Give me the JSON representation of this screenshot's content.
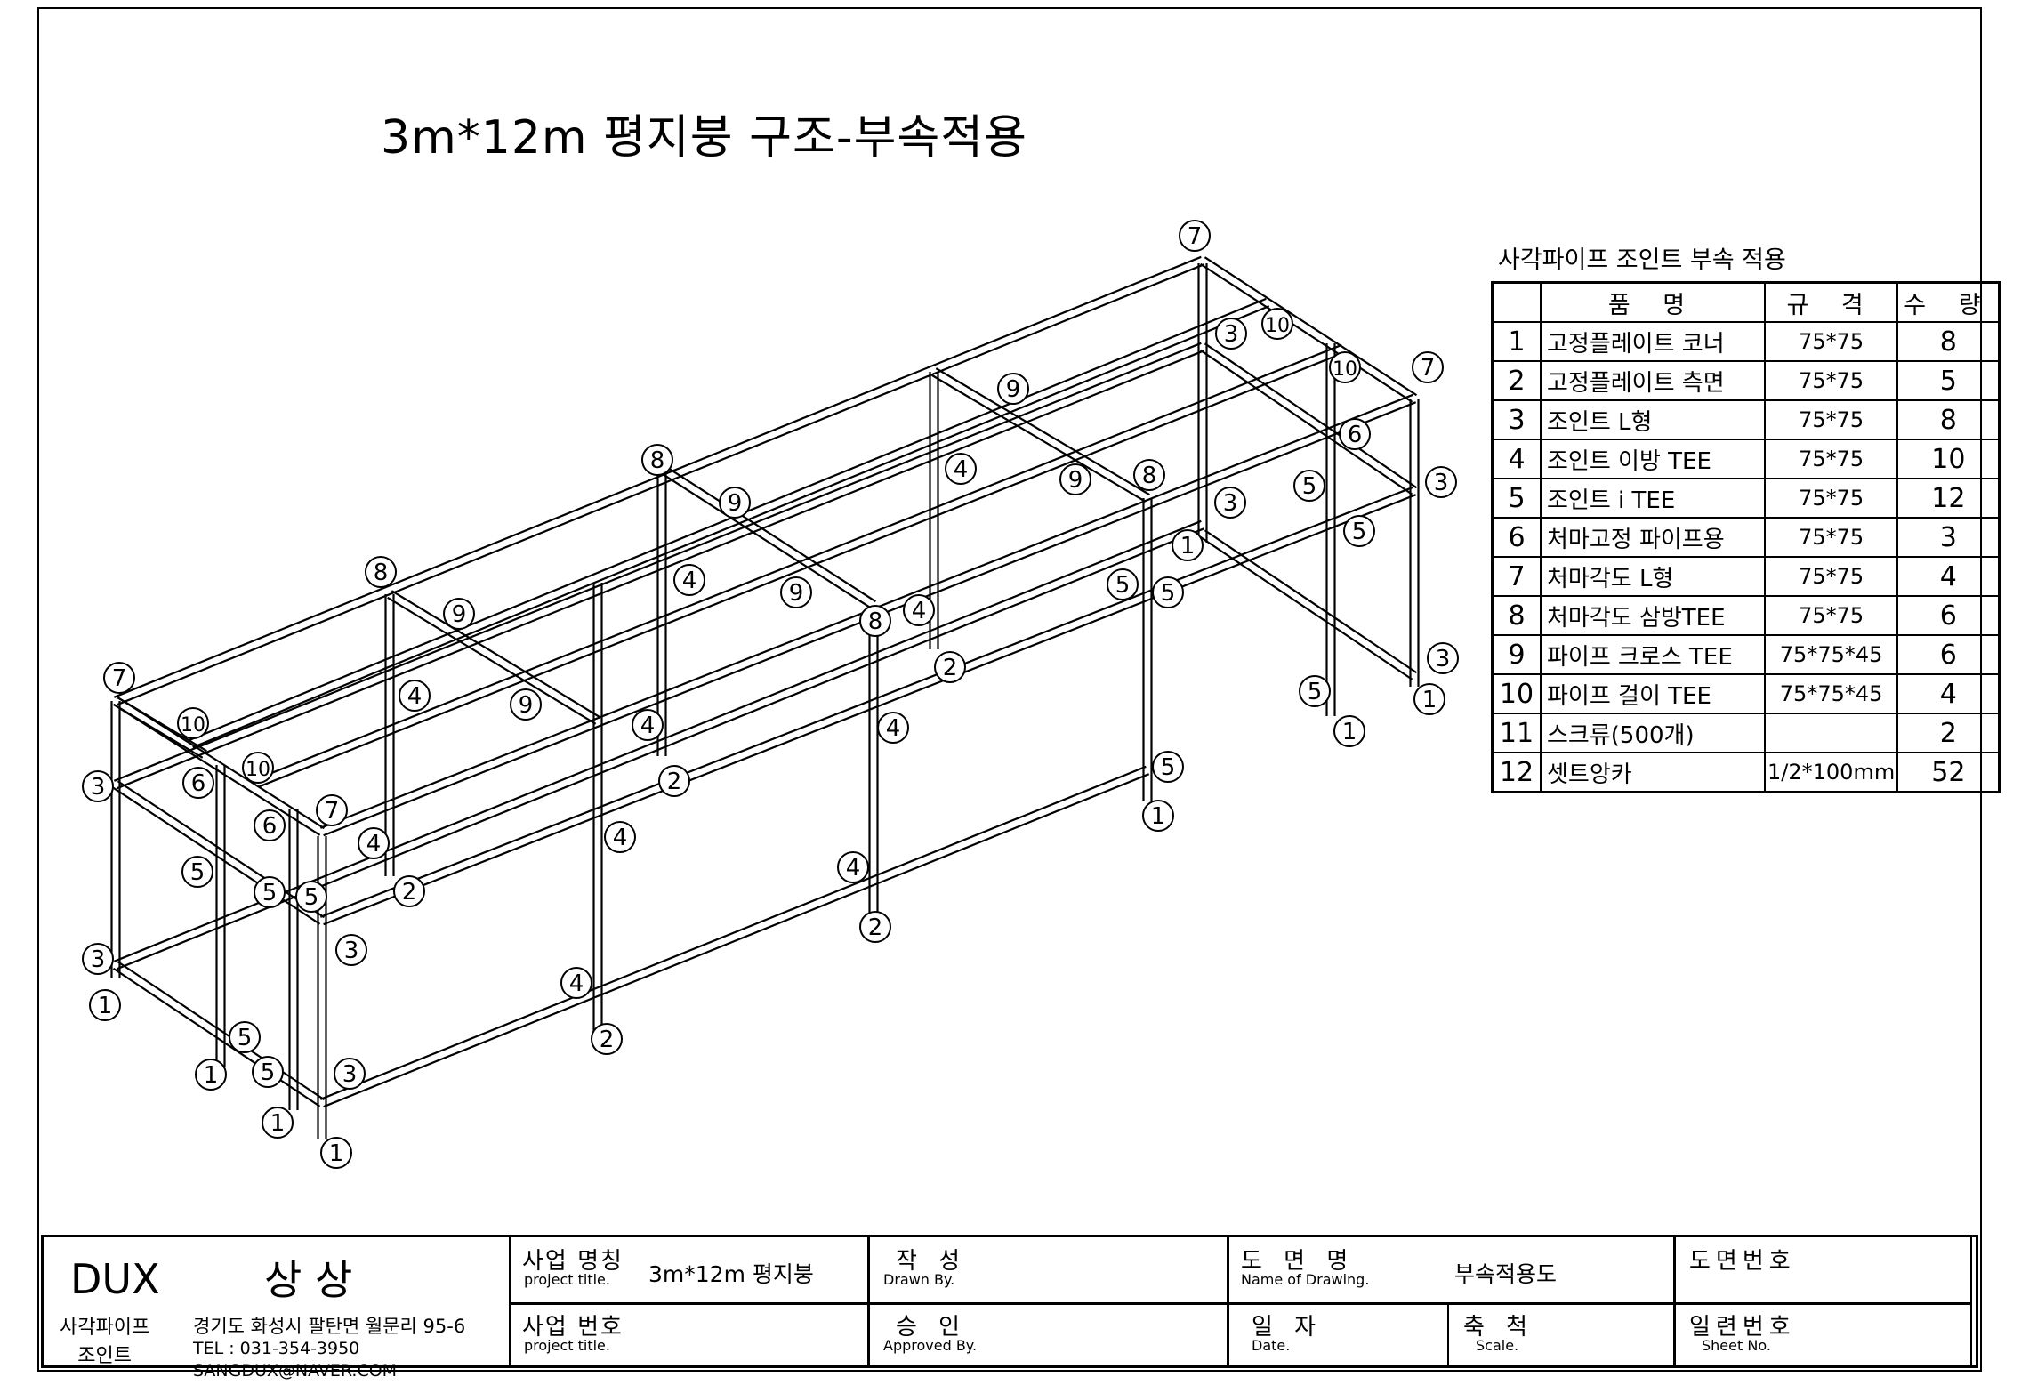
{
  "drawing_title": "3m*12m  평지붕 구조-부속적용",
  "parts_table_title": "사각파이프 조인트 부속 적용",
  "parts_table": {
    "headers": [
      "품      명",
      "규   격",
      "수  량"
    ],
    "rows": [
      {
        "no": "1",
        "name": "고정플레이트 코너",
        "spec": "75*75",
        "qty": "8"
      },
      {
        "no": "2",
        "name": "고정플레이트 측면",
        "spec": "75*75",
        "qty": "5"
      },
      {
        "no": "3",
        "name": "조인트 L형",
        "spec": "75*75",
        "qty": "8"
      },
      {
        "no": "4",
        "name": "조인트 이방 TEE",
        "spec": "75*75",
        "qty": "10"
      },
      {
        "no": "5",
        "name": "조인트 i TEE",
        "spec": "75*75",
        "qty": "12"
      },
      {
        "no": "6",
        "name": "처마고정 파이프용",
        "spec": "75*75",
        "qty": "3"
      },
      {
        "no": "7",
        "name": "처마각도 L형",
        "spec": "75*75",
        "qty": "4"
      },
      {
        "no": "8",
        "name": "처마각도 삼방TEE",
        "spec": "75*75",
        "qty": "6"
      },
      {
        "no": "9",
        "name": "파이프 크로스 TEE",
        "spec": "75*75*45",
        "qty": "6"
      },
      {
        "no": "10",
        "name": "파이프 걸이 TEE",
        "spec": "75*75*45",
        "qty": "4"
      },
      {
        "no": "11",
        "name": "스크류(500개)",
        "spec": "",
        "qty": "2"
      },
      {
        "no": "12",
        "name": "셋트앙카",
        "spec": "1/2*100mm",
        "qty": "52"
      }
    ]
  },
  "title_block": {
    "company_brand": "DUX",
    "company_name": "상 상",
    "company_sub": "사각파이프\n조인트",
    "address": "경기도 화성시 팔탄면 월문리 95-6",
    "tel": "TEL : 031-354-3950",
    "email": "SANGDUX@NAVER.COM",
    "project_name_label": "사업 명칭",
    "project_name_sub": "project title.",
    "project_name_value": "3m*12m  평지붕",
    "project_no_label": "사업 번호",
    "project_no_sub": "project title.",
    "drawn_label": "작  성",
    "drawn_sub": "Drawn By.",
    "approved_label": "승  인",
    "approved_sub": "Approved By.",
    "drawing_name_label": "도 면 명",
    "drawing_name_sub": "Name of Drawing.",
    "drawing_name_value": "부속적용도",
    "date_label": "일 자",
    "date_sub": "Date.",
    "scale_label": "축 척",
    "scale_sub": "Scale.",
    "drawing_no_label": "도면번호",
    "sheet_no_label": "일련번호",
    "sheet_no_sub": "Sheet No."
  },
  "callout_labels": [
    "1",
    "2",
    "3",
    "4",
    "5",
    "6",
    "7",
    "8",
    "9",
    "10"
  ]
}
